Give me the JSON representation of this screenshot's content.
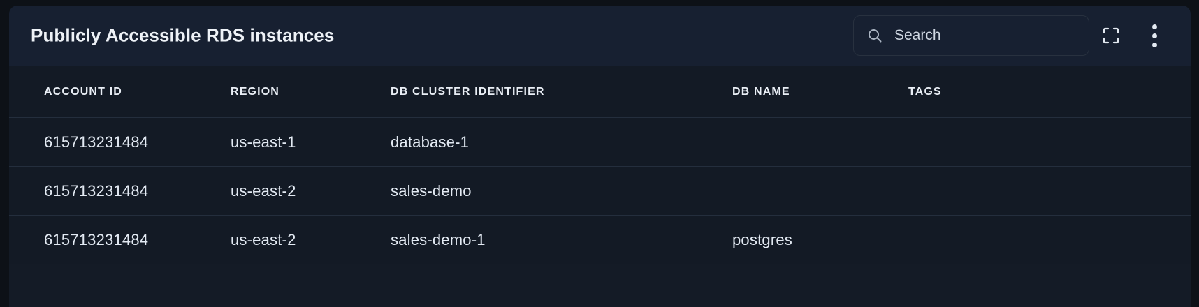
{
  "panel": {
    "title": "Publicly Accessible RDS instances",
    "colors": {
      "page_background": "#0d1117",
      "panel_background": "#141b26",
      "header_background": "#172031",
      "divider": "#242e3d",
      "text_primary": "#e9eef5",
      "text_muted": "#cfd7e2"
    }
  },
  "search": {
    "placeholder": "Search",
    "value": "",
    "icon": "search-icon"
  },
  "header_actions": [
    {
      "name": "fullscreen-icon",
      "label": "Fullscreen"
    },
    {
      "name": "more-options-icon",
      "label": "More options"
    }
  ],
  "table": {
    "columns": [
      "ACCOUNT ID",
      "REGION",
      "DB CLUSTER IDENTIFIER",
      "DB NAME",
      "TAGS"
    ],
    "rows": [
      {
        "account_id": "615713231484",
        "region": "us-east-1",
        "db_cluster_identifier": "database-1",
        "db_name": "",
        "tags": ""
      },
      {
        "account_id": "615713231484",
        "region": "us-east-2",
        "db_cluster_identifier": "sales-demo",
        "db_name": "",
        "tags": ""
      },
      {
        "account_id": "615713231484",
        "region": "us-east-2",
        "db_cluster_identifier": "sales-demo-1",
        "db_name": "postgres",
        "tags": ""
      }
    ]
  }
}
